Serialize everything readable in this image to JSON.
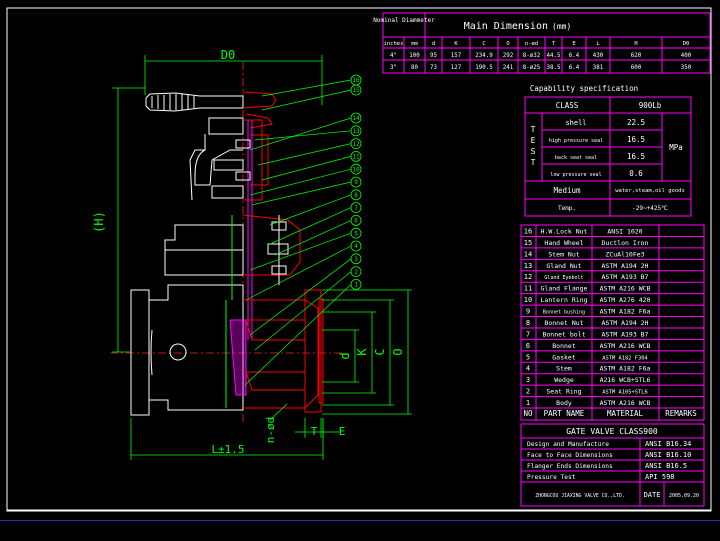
{
  "colors": {
    "background": "#000000",
    "table_lines": "#ff00ff",
    "text": "#ffffff",
    "dimension": "#00ff00",
    "callout": "#00ff00",
    "body_red": "#ff0000",
    "axis_red": "#ff2222",
    "hatch": "#ff00ff"
  },
  "dimension_table": {
    "title": "Main Dimension",
    "unit": "(mm)",
    "nominal_label": "Nominal Diammeter",
    "headers": [
      "inches",
      "mm",
      "d",
      "K",
      "C",
      "O",
      "n-ød",
      "T",
      "E",
      "L",
      "H",
      "D0"
    ],
    "rows": [
      [
        "4\"",
        "100",
        "95",
        "157",
        "234.9",
        "292",
        "8-ø32",
        "44.5",
        "6.4",
        "430",
        "620",
        "400"
      ],
      [
        "3\"",
        "80",
        "73",
        "127",
        "190.5",
        "241",
        "8-ø25",
        "38.5",
        "6.4",
        "381",
        "600",
        "350"
      ]
    ]
  },
  "capability": {
    "title": "Capability specification",
    "class_label": "CLASS",
    "class_value": "900Lb",
    "test_label": "TEST",
    "unit": "MPa",
    "tests": [
      {
        "name": "shell",
        "value": "22.5"
      },
      {
        "name": "high pressure seal",
        "value": "16.5"
      },
      {
        "name": "back seat seal",
        "value": "16.5"
      },
      {
        "name": "low pressure seal",
        "value": "0.6"
      }
    ],
    "medium_label": "Medium",
    "medium_value": "water,steam,oil goods",
    "temp_label": "Temp.",
    "temp_value": "-29~+425℃"
  },
  "parts": [
    {
      "no": "16",
      "name": "H.W.Lock Nut",
      "material": "ANSI 1020"
    },
    {
      "no": "15",
      "name": "Hand Wheel",
      "material": "Ductlon Iron"
    },
    {
      "no": "14",
      "name": "Stem Nut",
      "material": "ZCuAl10Fe3"
    },
    {
      "no": "13",
      "name": "Gland Nut",
      "material": "ASTM A194 2H"
    },
    {
      "no": "12",
      "name": "Gland Eyebolt",
      "material": "ASTM A193 B7"
    },
    {
      "no": "11",
      "name": "Gland Flange",
      "material": "ASTM A216 WCB"
    },
    {
      "no": "10",
      "name": "Lantern Ring",
      "material": "ASTM A276 420"
    },
    {
      "no": "9",
      "name": "Bonnet bushing",
      "material": "ASTM A182 F6a"
    },
    {
      "no": "8",
      "name": "Bonnet Nut",
      "material": "ASTM A194 2H"
    },
    {
      "no": "7",
      "name": "Bonnet bolt",
      "material": "ASTM A193 B7"
    },
    {
      "no": "6",
      "name": "Bonnet",
      "material": "ASTM A216 WCB"
    },
    {
      "no": "5",
      "name": "Gasket",
      "material": "ASTM A182 F304"
    },
    {
      "no": "4",
      "name": "Stem",
      "material": "ASTM A182 F6a"
    },
    {
      "no": "3",
      "name": "Wedge",
      "material": "A216 WCB+STL6"
    },
    {
      "no": "2",
      "name": "Seat Ring",
      "material": "ASTM A105+STL6"
    },
    {
      "no": "1",
      "name": "Body",
      "material": "ASTM A216 WCB"
    }
  ],
  "parts_header": {
    "no": "NO",
    "name": "PART NAME",
    "material": "MATERIAL",
    "remarks": "REMARKS"
  },
  "title_block": {
    "title": "GATE VALVE CLASS900",
    "rows": [
      {
        "label": "Design and Manufacture",
        "value": "ANSI B16.34"
      },
      {
        "label": "Face to Face Dimensions",
        "value": "ANSI B16.10"
      },
      {
        "label": "Flanger Ends Dimensions",
        "value": "ANSI B16.5"
      },
      {
        "label": "Pressure Test",
        "value": "API 598"
      }
    ],
    "company": "ZHONGCOU JIAXING VALVE CO.,LTD.",
    "date_label": "DATE",
    "date_value": "2005.09.20"
  },
  "drawing": {
    "labels": {
      "d0": "D0",
      "h": "(H)",
      "l": "L±1.5",
      "d": "d",
      "k": "K",
      "c": "C",
      "o": "O",
      "nod": "n-ød",
      "t": "T",
      "e": "E"
    },
    "callouts": [
      "16",
      "15",
      "14",
      "13",
      "12",
      "11",
      "10",
      "9",
      "8",
      "7",
      "6",
      "5",
      "4",
      "3",
      "2",
      "1"
    ]
  }
}
